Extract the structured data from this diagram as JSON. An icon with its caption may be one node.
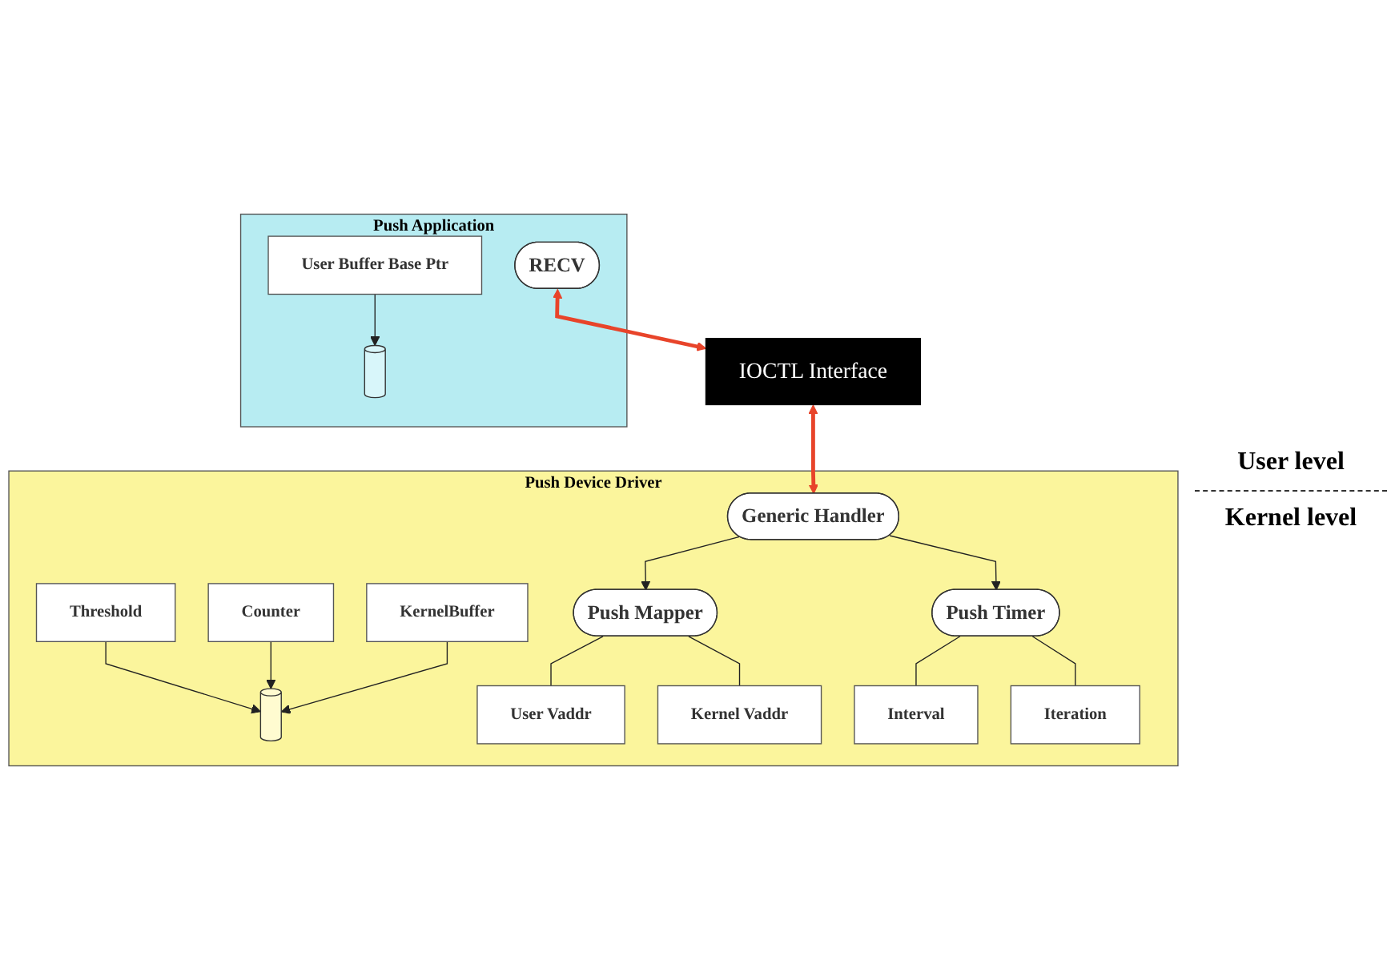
{
  "diagram": {
    "nodes": [
      {
        "text": [
          "Push Application"
        ]
      },
      {
        "text": [
          "RECV"
        ],
        "in": 0
      },
      {
        "text": [],
        "shape": "cylinder",
        "in": 0
      },
      {
        "text": [
          "User Buffer Base Ptr"
        ],
        "in": 0
      },
      {
        "text": [
          "IOCTL Interface"
        ]
      },
      {
        "text": [
          "Push Device Driver"
        ]
      },
      {
        "text": [],
        "shape": "cylinder",
        "in": 5
      },
      {
        "text": [
          "Threshold"
        ],
        "in": 5
      },
      {
        "text": [
          "Counter"
        ],
        "in": 5
      },
      {
        "text": [
          "KernelBuffer"
        ],
        "in": 5
      },
      {
        "text": [
          "Generic Handler"
        ],
        "in": 5
      },
      {
        "text": [
          "Push Mapper"
        ],
        "in": 5
      },
      {
        "text": [
          "User Vaddr"
        ],
        "in": 5
      },
      {
        "text": [
          "Kernel Vaddr"
        ],
        "in": 5
      },
      {
        "text": [
          "Push Timer"
        ],
        "in": 5
      },
      {
        "text": [
          "Interval"
        ],
        "in": 5
      },
      {
        "text": [
          "Iteration"
        ],
        "in": 5
      }
    ],
    "edges": [
      {
        "from": 1,
        "to": 4,
        "arrow": "both",
        "style": "thick",
        "color": "#e8442a"
      },
      {
        "from": 3,
        "to": 2,
        "arrow": "to"
      },
      {
        "from": 7,
        "to": 6,
        "arrow": "to"
      },
      {
        "from": 8,
        "to": 6,
        "arrow": "to"
      },
      {
        "from": 9,
        "to": 6,
        "arrow": "to"
      },
      {
        "from": 4,
        "to": 10,
        "arrow": "both",
        "style": "thick",
        "color": "#e8442a"
      },
      {
        "from": 10,
        "to": 11,
        "arrow": "to"
      },
      {
        "from": 10,
        "to": 14,
        "arrow": "to"
      },
      {
        "from": 11,
        "to": 12,
        "arrow": "none"
      },
      {
        "from": 11,
        "to": 13,
        "arrow": "none"
      },
      {
        "from": 14,
        "to": 15,
        "arrow": "none"
      },
      {
        "from": 14,
        "to": 16,
        "arrow": "none"
      }
    ],
    "labels": [
      "User level",
      "Kernel level"
    ]
  }
}
